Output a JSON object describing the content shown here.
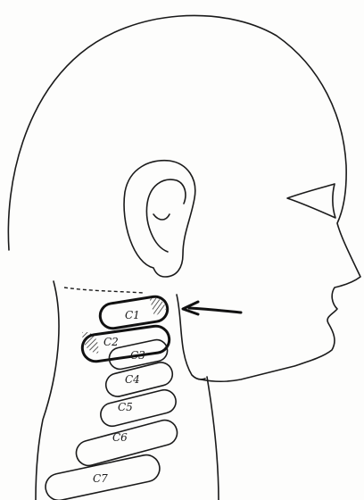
{
  "vertebrae": [
    {
      "id": "c1",
      "label": "C1"
    },
    {
      "id": "c2",
      "label": "C2"
    },
    {
      "id": "c3",
      "label": "C3"
    },
    {
      "id": "c4",
      "label": "C4"
    },
    {
      "id": "c5",
      "label": "C5"
    },
    {
      "id": "c6",
      "label": "C6"
    },
    {
      "id": "c7",
      "label": "C7"
    }
  ],
  "colors": {
    "ink": "#1a1a1a",
    "paper": "#fdfdfc"
  }
}
